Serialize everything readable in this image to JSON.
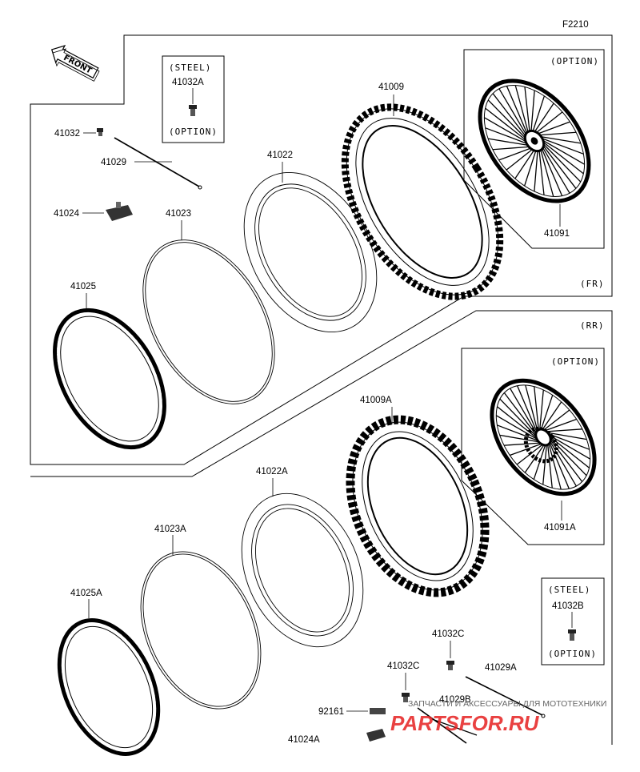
{
  "figure_code": "F2210",
  "front_label": "FRONT",
  "sections": {
    "front": "(FR)",
    "rear": "(RR)"
  },
  "front_parts": {
    "spoke_nipple": "41032",
    "spoke": "41029",
    "rim_band": "41024",
    "rim": "41025",
    "tube_band": "41023",
    "tube": "41022",
    "tire": "41009",
    "wheel_assy": "41091",
    "steel_box": {
      "header": "(STEEL)",
      "part": "41032A",
      "footer": "(OPTION)"
    },
    "option_box": "(OPTION)"
  },
  "rear_parts": {
    "rim": "41025A",
    "tube_band": "41023A",
    "tube": "41022A",
    "tire": "41009A",
    "wheel_assy": "41091A",
    "nipple_c_1": "41032C",
    "nipple_c_2": "41032C",
    "spoke_a": "41029A",
    "spoke_b": "41029B",
    "screw": "92161",
    "rim_lock": "41024A",
    "steel_box": {
      "header": "(STEEL)",
      "part": "41032B",
      "footer": "(OPTION)"
    },
    "option_box": "(OPTION)"
  },
  "watermark": {
    "tagline": "ЗАПЧАСТИ И АКСЕССУАРЫ ДЛЯ МОТОТЕХНИКИ",
    "brand": "PARTSFOR.RU"
  }
}
